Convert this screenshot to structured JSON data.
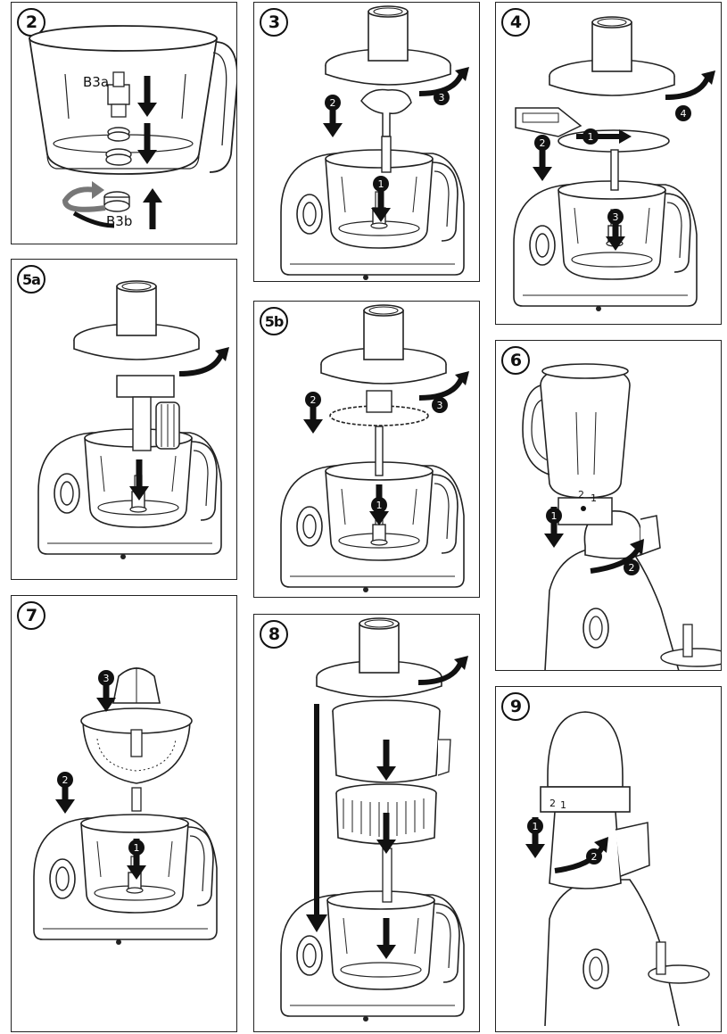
{
  "panels": [
    {
      "id": "2",
      "label": "2",
      "parts": [
        "B3a",
        "B3b"
      ]
    },
    {
      "id": "3",
      "label": "3",
      "steps": [
        "1",
        "2",
        "3"
      ]
    },
    {
      "id": "4",
      "label": "4",
      "steps": [
        "1",
        "2",
        "3",
        "4"
      ]
    },
    {
      "id": "5a",
      "label": "5a"
    },
    {
      "id": "5b",
      "label": "5b",
      "steps": [
        "1",
        "2",
        "3"
      ]
    },
    {
      "id": "6",
      "label": "6",
      "steps": [
        "1",
        "2"
      ],
      "marks": [
        "2",
        "1"
      ]
    },
    {
      "id": "7",
      "label": "7",
      "steps": [
        "1",
        "2",
        "3"
      ]
    },
    {
      "id": "8",
      "label": "8"
    },
    {
      "id": "9",
      "label": "9",
      "steps": [
        "1",
        "2"
      ],
      "marks": [
        "2",
        "1"
      ]
    }
  ]
}
